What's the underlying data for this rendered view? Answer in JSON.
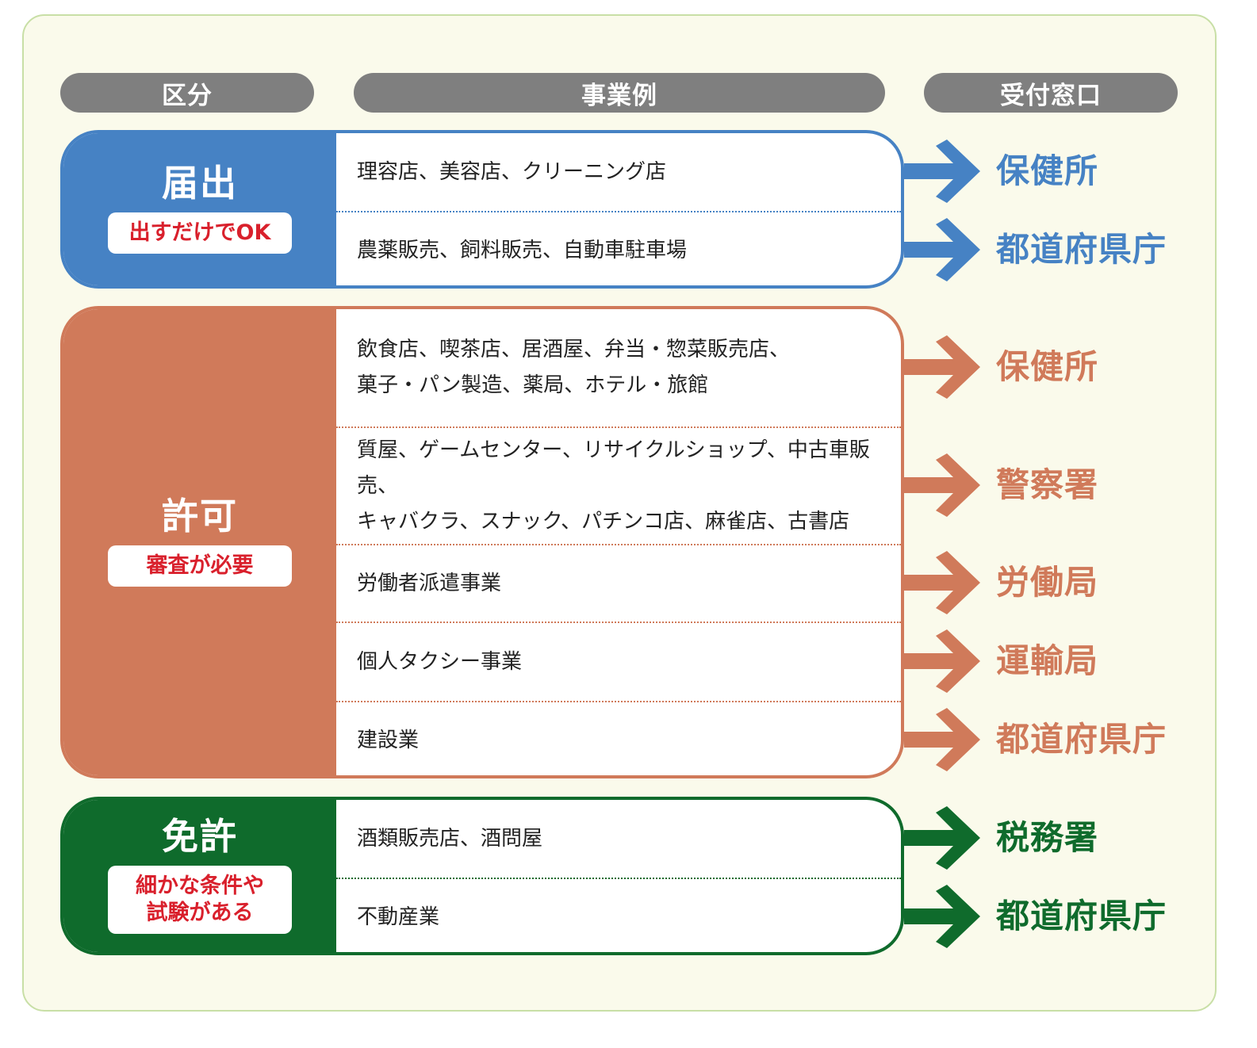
{
  "headers": {
    "category": "区分",
    "examples": "事業例",
    "office": "受付窓口"
  },
  "colors": {
    "todokede": "#4682c4",
    "kyoka": "#d07a5a",
    "menkyo": "#0f6b2c",
    "header": "#7f7f7f",
    "badge_text": "#d9202c"
  },
  "groups": [
    {
      "name": "届出",
      "badge": "出すだけでOK",
      "rows": [
        {
          "example": "理容店、美容店、クリーニング店",
          "office": "保健所"
        },
        {
          "example": "農薬販売、飼料販売、自動車駐車場",
          "office": "都道府県庁"
        }
      ]
    },
    {
      "name": "許可",
      "badge": "審査が必要",
      "rows": [
        {
          "example": "飲食店、喫茶店、居酒屋、弁当・惣菜販売店、\n菓子・パン製造、薬局、ホテル・旅館",
          "office": "保健所"
        },
        {
          "example": "質屋、ゲームセンター、リサイクルショップ、中古車販売、\nキャバクラ、スナック、パチンコ店、麻雀店、古書店",
          "office": "警察署"
        },
        {
          "example": "労働者派遣事業",
          "office": "労働局"
        },
        {
          "example": "個人タクシー事業",
          "office": "運輸局"
        },
        {
          "example": "建設業",
          "office": "都道府県庁"
        }
      ]
    },
    {
      "name": "免許",
      "badge": "細かな条件や\n試験がある",
      "rows": [
        {
          "example": "酒類販売店、酒問屋",
          "office": "税務署"
        },
        {
          "example": "不動産業",
          "office": "都道府県庁"
        }
      ]
    }
  ]
}
